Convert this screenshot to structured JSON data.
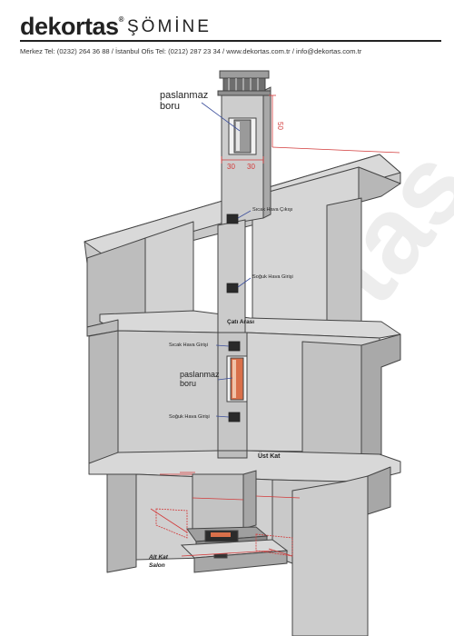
{
  "header": {
    "logo_text": "dekortas",
    "registered_mark": "®",
    "brand_subtitle": "ŞÖMİNE",
    "contact_line": "Merkez Tel: (0232) 264 36 88  /  İstanbul Ofis Tel: (0212) 287 23 34  /  www.dekortas.com.tr  /  info@dekortas.com.tr"
  },
  "watermark_text": "dekortas",
  "labels": {
    "pipe_top_line1": "paslanmaz",
    "pipe_top_line2": "boru",
    "dim_50": "50",
    "dim_30": "30",
    "dim_30b": "30",
    "hot_air_out": "Sıcak Hava Çıkışı",
    "cold_air_in_top": "Soğuk Hava Girişi",
    "attic": "Çatı Arası",
    "hot_air_in": "Sıcak Hava Girişi",
    "pipe_mid_line1": "paslanmaz",
    "pipe_mid_line2": "boru",
    "cold_air_in_mid": "Soğuk Hava Girişi",
    "upper_floor": "Üst Kat",
    "ground_floor_line1": "Alt Kat",
    "ground_floor_line2": "Salon"
  },
  "colors": {
    "wall_fill": "#c9c9c9",
    "wall_dark": "#a9a9a9",
    "wall_light": "#dedede",
    "outline": "#444444",
    "dimension_red": "#d23a3a",
    "pointer_blue": "#3c4f9c",
    "watermark": "#ececec",
    "fire": "#d9704a"
  }
}
